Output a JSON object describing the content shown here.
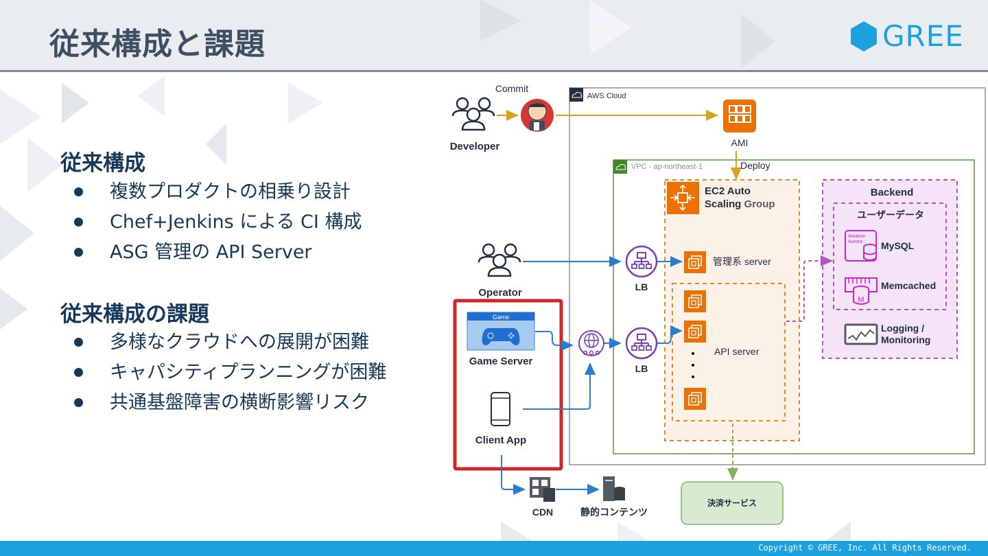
{
  "slide": {
    "title": "従来構成と課題",
    "logo_text": "GREE",
    "footer": "Copyright © GREE, Inc. All Rights Reserved."
  },
  "sections": [
    {
      "heading": "従来構成",
      "bullets": [
        "複数プロダクトの相乗り設計",
        "Chef+Jenkins による CI 構成",
        "ASG 管理の API Server"
      ]
    },
    {
      "heading": "従来構成の課題",
      "bullets": [
        "多様なクラウドへの展開が困難",
        "キャパシティプランニングが困難",
        "共通基盤障害の横断影響リスク"
      ]
    }
  ],
  "diagram": {
    "developer": "Developer",
    "commit": "Commit",
    "aws_cloud": "AWS Cloud",
    "ami": "AMI",
    "deploy": "Deploy",
    "vpc": "VPC - ap-northeast-1",
    "asg_line1": "EC2 Auto",
    "asg_line2a": "Scaling ",
    "asg_line2b": "Group",
    "admin_server": "管理系 server",
    "api_server": "API server",
    "operator": "Operator",
    "lb": "LB",
    "game_banner": "Game",
    "game_server": "Game Server",
    "client_app": "Client App",
    "cdn": "CDN",
    "static_contents": "静的コンテンツ",
    "payment": "決済サービス",
    "backend": "Backend",
    "user_data": "ユーザーデータ",
    "aurora_label1": "Amazon",
    "aurora_label2": "Aurora",
    "mysql": "MySQL",
    "memcached": "Memcached",
    "logging1": "Logging /",
    "logging2": "Monitoring"
  },
  "colors": {
    "title": "#3f4f63",
    "text": "#15395b",
    "brand": "#1ba1dd",
    "aws_orange": "#ed7100",
    "flow_blue": "#2a7cd0",
    "ci_gold": "#d9a21b",
    "vpc_green": "#3f8624",
    "backend_purple": "#b64fc8",
    "highlight_red": "#d0262a"
  }
}
